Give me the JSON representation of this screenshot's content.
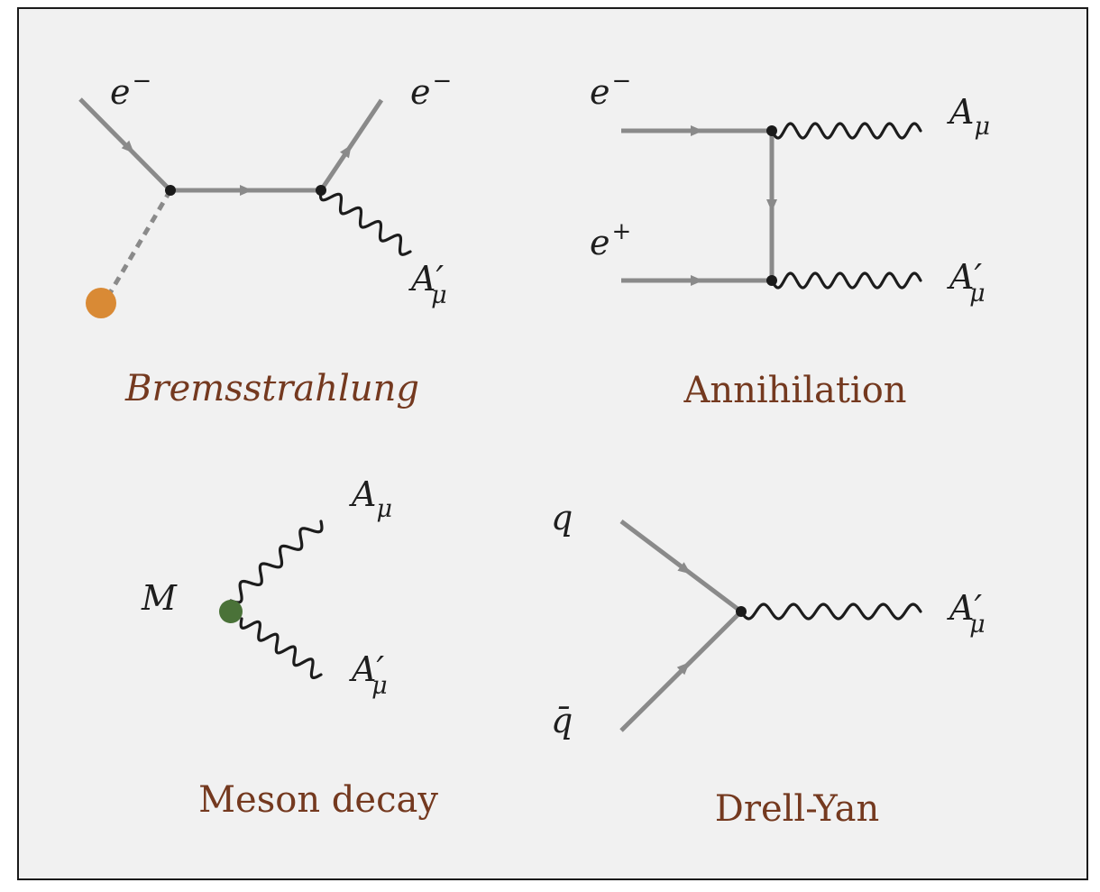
{
  "colors": {
    "panel_background": "#f1f1f1",
    "fermion_line": "#8a8a8a",
    "photon_line": "#1c1c1c",
    "caption": "#74391f",
    "nucleus": "#d98a35",
    "meson": "#4a7238"
  },
  "diagrams": {
    "bremsstrahlung": {
      "caption": "Bremsstrahlung",
      "incoming": {
        "base": "e",
        "sup": "−"
      },
      "outgoing": {
        "base": "e",
        "sup": "−"
      },
      "photon": {
        "base": "A",
        "prime": "′",
        "sub": "μ"
      }
    },
    "annihilation": {
      "caption": "Annihilation",
      "electron": {
        "base": "e",
        "sup": "−"
      },
      "positron": {
        "base": "e",
        "sup": "+"
      },
      "photon_top": {
        "base": "A",
        "sub": "μ"
      },
      "photon_bottom": {
        "base": "A",
        "prime": "′",
        "sub": "μ"
      }
    },
    "meson_decay": {
      "caption": "Meson decay",
      "meson": "M",
      "photon_top": {
        "base": "A",
        "sub": "μ"
      },
      "photon_bottom": {
        "base": "A",
        "prime": "′",
        "sub": "μ"
      }
    },
    "drell_yan": {
      "caption": "Drell-Yan",
      "quark": "q",
      "antiquark": "q̄",
      "photon": {
        "base": "A",
        "prime": "′",
        "sub": "μ"
      }
    }
  }
}
